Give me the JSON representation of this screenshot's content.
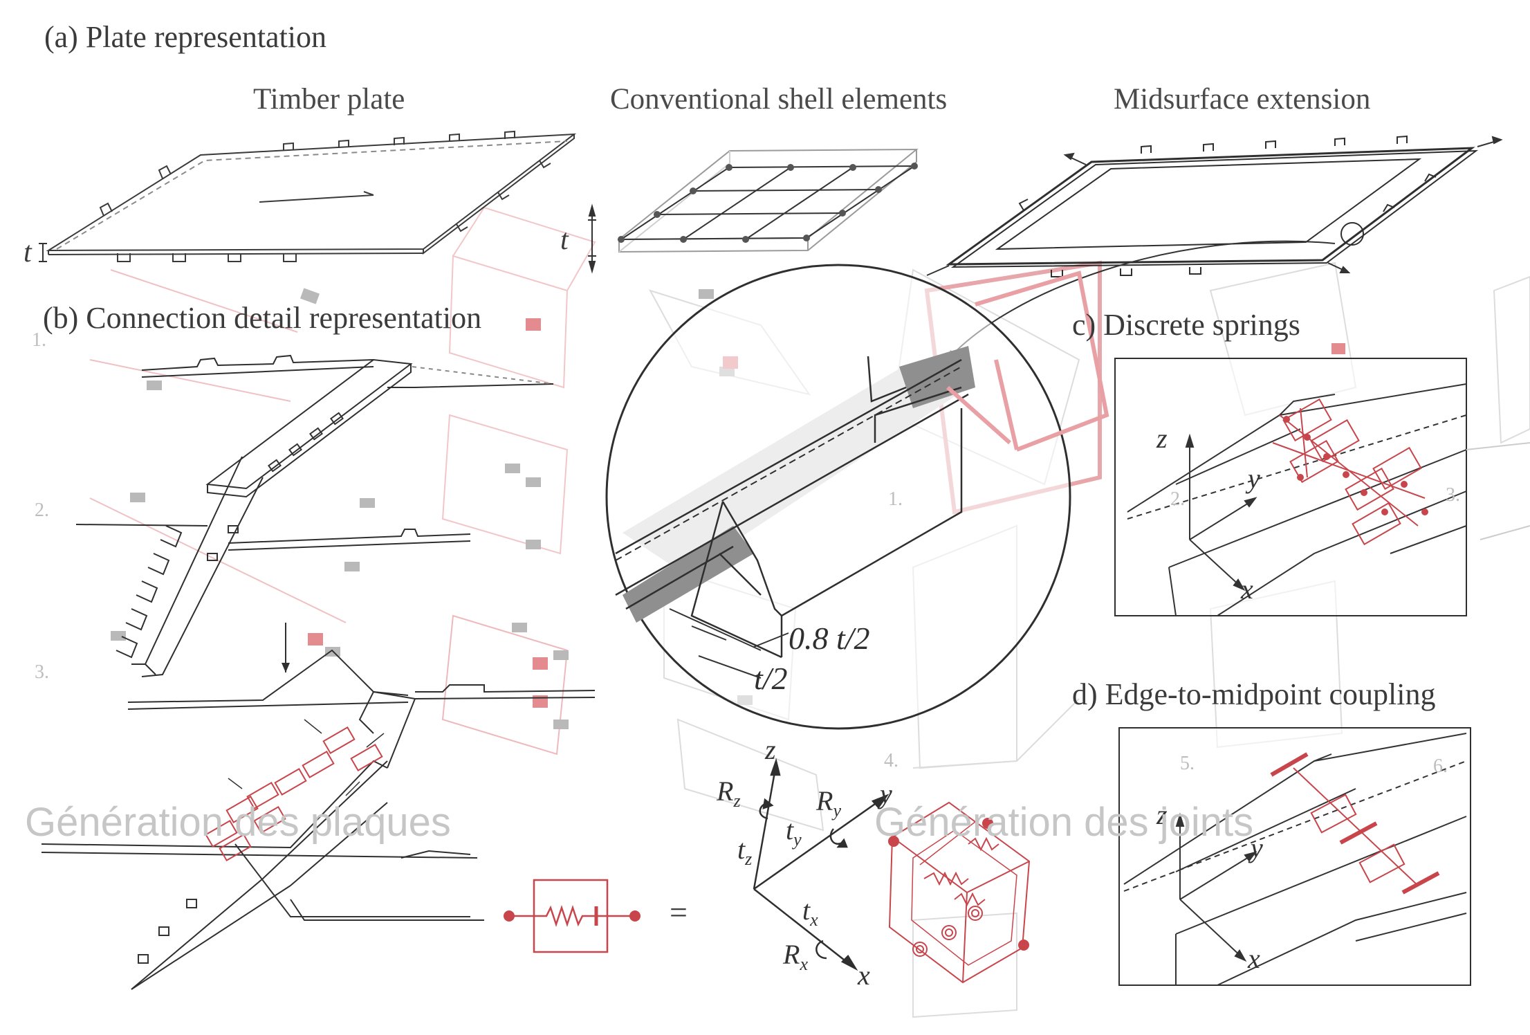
{
  "panels": {
    "a_title": "(a) Plate representation",
    "a_sub1": "Timber plate",
    "a_sub2": "Conventional shell elements",
    "a_sub3": "Midsurface extension",
    "b_title": "(b) Connection detail representation",
    "c_title": "c) Discrete springs",
    "d_title": "d) Edge-to-midpoint coupling"
  },
  "dims": {
    "t_left": "t",
    "t_shell": "t",
    "offset": "0.8 t/2",
    "half": "t/2"
  },
  "steps": [
    "1.",
    "2.",
    "3.",
    "4.",
    "5.",
    "6.",
    "1.",
    "2.",
    "3."
  ],
  "overlays": {
    "left": "Génération des plaques",
    "right": "Génération des joints"
  },
  "axes": {
    "z": "z",
    "y": "y",
    "x": "x",
    "Rz": "R",
    "Rz_sub": "z",
    "Ry": "R",
    "Ry_sub": "y",
    "Rx": "R",
    "Rx_sub": "x",
    "tz": "t",
    "tz_sub": "z",
    "ty": "t",
    "ty_sub": "y",
    "tx": "t",
    "tx_sub": "x",
    "equals": "="
  },
  "colors": {
    "line": "#2f2f2f",
    "accent": "#c8454b",
    "ghost": "#d9d9d9"
  }
}
